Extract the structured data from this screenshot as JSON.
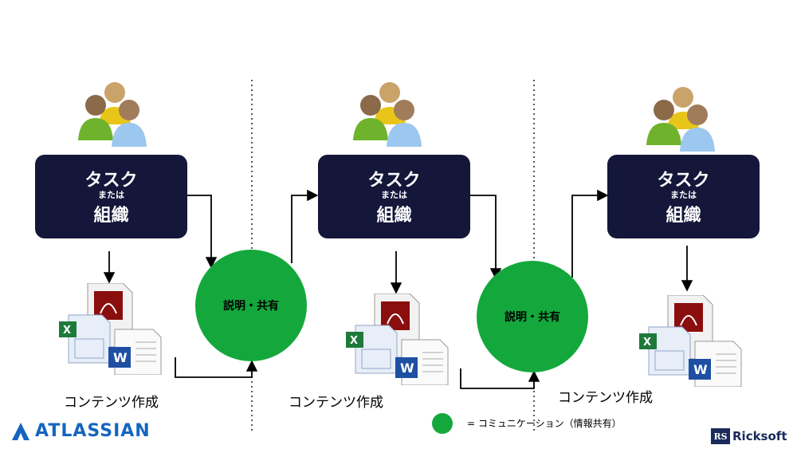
{
  "stages": [
    {
      "box_line1": "タスク",
      "box_line2": "または",
      "box_line3": "組織",
      "caption": "コンテンツ作成"
    },
    {
      "box_line1": "タスク",
      "box_line2": "または",
      "box_line3": "組織",
      "caption": "コンテンツ作成"
    },
    {
      "box_line1": "タスク",
      "box_line2": "または",
      "box_line3": "組織",
      "caption": "コンテンツ作成"
    }
  ],
  "circles": [
    {
      "label": "説明・共有"
    },
    {
      "label": "説明・共有"
    }
  ],
  "legend": {
    "text": "= コミュニケーション（情報共有）",
    "color": "#14a83c"
  },
  "logos": {
    "atlassian": "ATLASSIAN",
    "ricksoft_mark": "RS",
    "ricksoft": "Ricksoft"
  },
  "colors": {
    "box": "#14163a",
    "circle": "#14a83c",
    "atlassian": "#1565c0"
  },
  "icons": [
    "people-group-icon",
    "pdf-document-icon",
    "excel-document-icon",
    "word-document-icon"
  ]
}
